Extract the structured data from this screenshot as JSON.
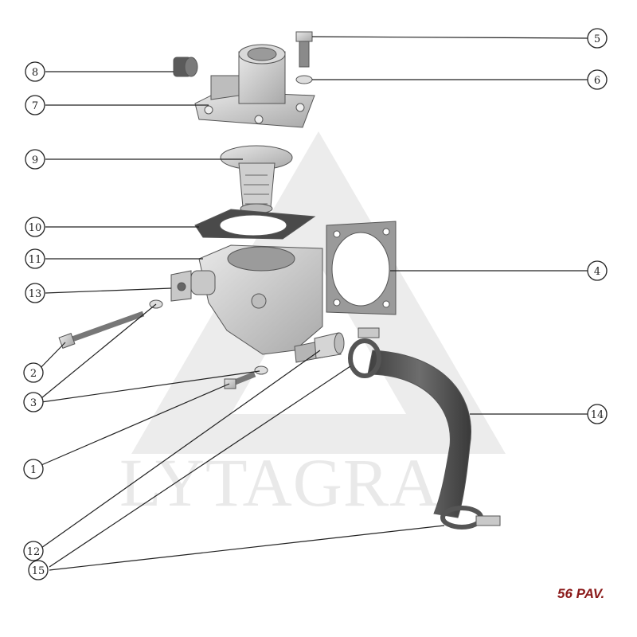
{
  "watermark": {
    "text": "LYTAGRA"
  },
  "page_label": {
    "text": "56 PAV.",
    "color": "#8b1a1a"
  },
  "callouts": [
    {
      "number": "1"
    },
    {
      "number": "2"
    },
    {
      "number": "3"
    },
    {
      "number": "4"
    },
    {
      "number": "5"
    },
    {
      "number": "6"
    },
    {
      "number": "7"
    },
    {
      "number": "8"
    },
    {
      "number": "9"
    },
    {
      "number": "10"
    },
    {
      "number": "11"
    },
    {
      "number": "12"
    },
    {
      "number": "13"
    },
    {
      "number": "14"
    },
    {
      "number": "15"
    }
  ],
  "colors": {
    "part_fill": "#cfcfcf",
    "part_stroke": "#555555",
    "hose": "#5d5d5d",
    "watermark": "#e9e9e9"
  }
}
